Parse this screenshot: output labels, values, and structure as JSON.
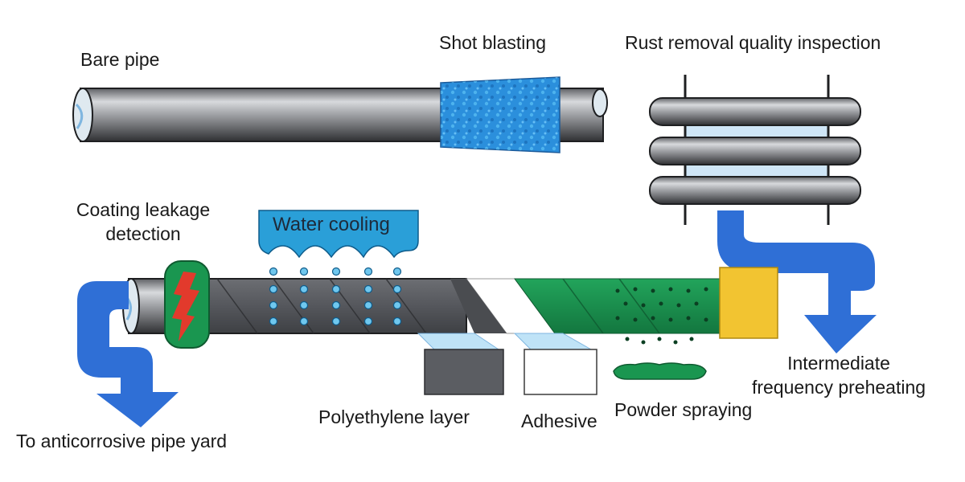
{
  "labels": {
    "bare_pipe": "Bare pipe",
    "shot_blasting": "Shot blasting",
    "rust_inspection": "Rust removal quality inspection",
    "coating_leakage": [
      "Coating leakage",
      "detection"
    ],
    "water_cooling": "Water cooling",
    "to_yard": "To anticorrosive pipe yard",
    "polyethylene": "Polyethylene layer",
    "adhesive": "Adhesive",
    "powder": "Powder spraying",
    "preheating": [
      "Intermediate",
      "frequency preheating"
    ]
  },
  "colors": {
    "pipe_grey": "#8e9094",
    "shot_blue": "#2b8fdc",
    "arrow_blue": "#2f6fd6",
    "water_blue": "#2a9fd8",
    "epoxy_green": "#1a9650",
    "dark_coat": "#5b5d62",
    "preheat_yellow": "#f2c431",
    "leak_red": "#e23a2c"
  }
}
